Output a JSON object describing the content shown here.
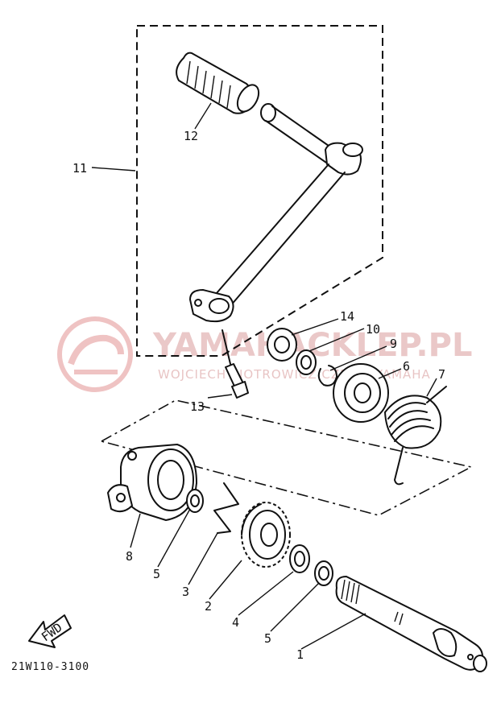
{
  "watermark": {
    "brand": "YAMAHACKLEP.PL",
    "sub": "WOJCIECH PIOTROWICZ  CZĘŚCI YAMAHA"
  },
  "diagram_code": "21W110-3100",
  "fwd_label": "FWD",
  "callouts": [
    {
      "id": "11",
      "label": "11"
    },
    {
      "id": "12",
      "label": "12"
    },
    {
      "id": "14",
      "label": "14"
    },
    {
      "id": "10",
      "label": "10"
    },
    {
      "id": "9",
      "label": "9"
    },
    {
      "id": "6",
      "label": "6"
    },
    {
      "id": "7",
      "label": "7"
    },
    {
      "id": "13",
      "label": "13"
    },
    {
      "id": "8",
      "label": "8"
    },
    {
      "id": "5a",
      "label": "5"
    },
    {
      "id": "3",
      "label": "3"
    },
    {
      "id": "2",
      "label": "2"
    },
    {
      "id": "4",
      "label": "4"
    },
    {
      "id": "5b",
      "label": "5"
    },
    {
      "id": "1",
      "label": "1"
    }
  ]
}
